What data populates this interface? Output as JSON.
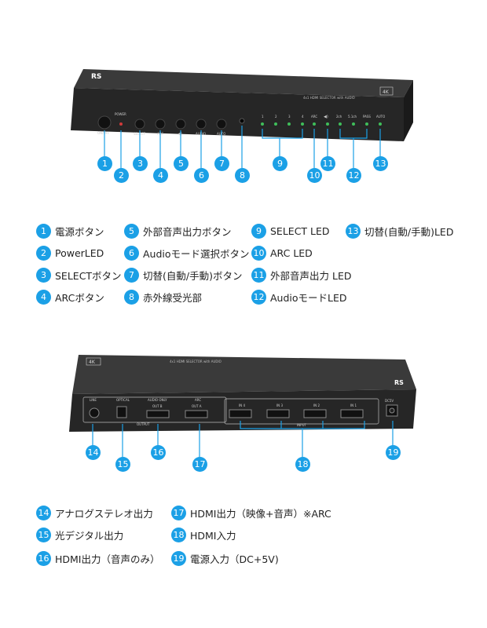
{
  "front": {
    "brand_logo_text": "RS",
    "model_text": "4x1 HDMI SELECTOR with AUDIO",
    "badge": "4K",
    "labels": {
      "power": "POWER",
      "onoff": "ON/OFF",
      "select": "SELECT",
      "arc": "ARC",
      "audio": "AUDIO",
      "auto": "AUTO",
      "in1": "1",
      "in2": "2",
      "in3": "3",
      "in4": "4",
      "arc_led": "ARC",
      "ch2": "2ch",
      "ch51": "5.1ch",
      "pass": "PASS",
      "auto_led": "AUTO"
    },
    "callouts": [
      "1",
      "2",
      "3",
      "4",
      "5",
      "6",
      "7",
      "8",
      "9",
      "10",
      "11",
      "12",
      "13"
    ]
  },
  "rear": {
    "brand_logo_text": "RS",
    "model_text": "4x1 HDMI SELECTOR with AUDIO",
    "badge": "4K",
    "labels": {
      "line": "LINE",
      "optical": "OPTICAL",
      "audio_only": "AUDIO ONLY",
      "arc": "ARC",
      "out_b": "OUT B",
      "out_a": "OUT A",
      "output": "OUTPUT",
      "in4": "IN 4",
      "in3": "IN 3",
      "in2": "IN 2",
      "in1": "IN 1",
      "input": "INPUT",
      "dc5v": "DC5V"
    },
    "callouts": [
      "14",
      "15",
      "16",
      "17",
      "18",
      "19"
    ]
  },
  "legend_front": [
    {
      "num": "1",
      "text": "電源ボタン"
    },
    {
      "num": "2",
      "text": "PowerLED"
    },
    {
      "num": "3",
      "text": "SELECTボタン"
    },
    {
      "num": "4",
      "text": "ARCボタン"
    },
    {
      "num": "5",
      "text": "外部音声出力ボタン"
    },
    {
      "num": "6",
      "text": "Audioモード選択ボタン"
    },
    {
      "num": "7",
      "text": "切替(自動/手動)ボタン"
    },
    {
      "num": "8",
      "text": "赤外線受光部"
    },
    {
      "num": "9",
      "text": "SELECT LED"
    },
    {
      "num": "10",
      "text": "ARC LED"
    },
    {
      "num": "11",
      "text": "外部音声出力 LED"
    },
    {
      "num": "12",
      "text": "AudioモードLED"
    },
    {
      "num": "13",
      "text": "切替(自動/手動)LED"
    }
  ],
  "legend_rear": [
    {
      "num": "14",
      "text": "アナログステレオ出力"
    },
    {
      "num": "15",
      "text": "光デジタル出力"
    },
    {
      "num": "16",
      "text": "HDMI出力（音声のみ）"
    },
    {
      "num": "17",
      "text": "HDMI出力（映像+音声）※ARC"
    },
    {
      "num": "18",
      "text": "HDMI入力"
    },
    {
      "num": "19",
      "text": "電源入力（DC+5V)"
    }
  ],
  "colors": {
    "callout": "#1ba0e6",
    "callout_line": "#1ba0e6",
    "body": "#2a2a2a",
    "led_green": "#3fbf5a",
    "led_red": "#d03a3a"
  }
}
